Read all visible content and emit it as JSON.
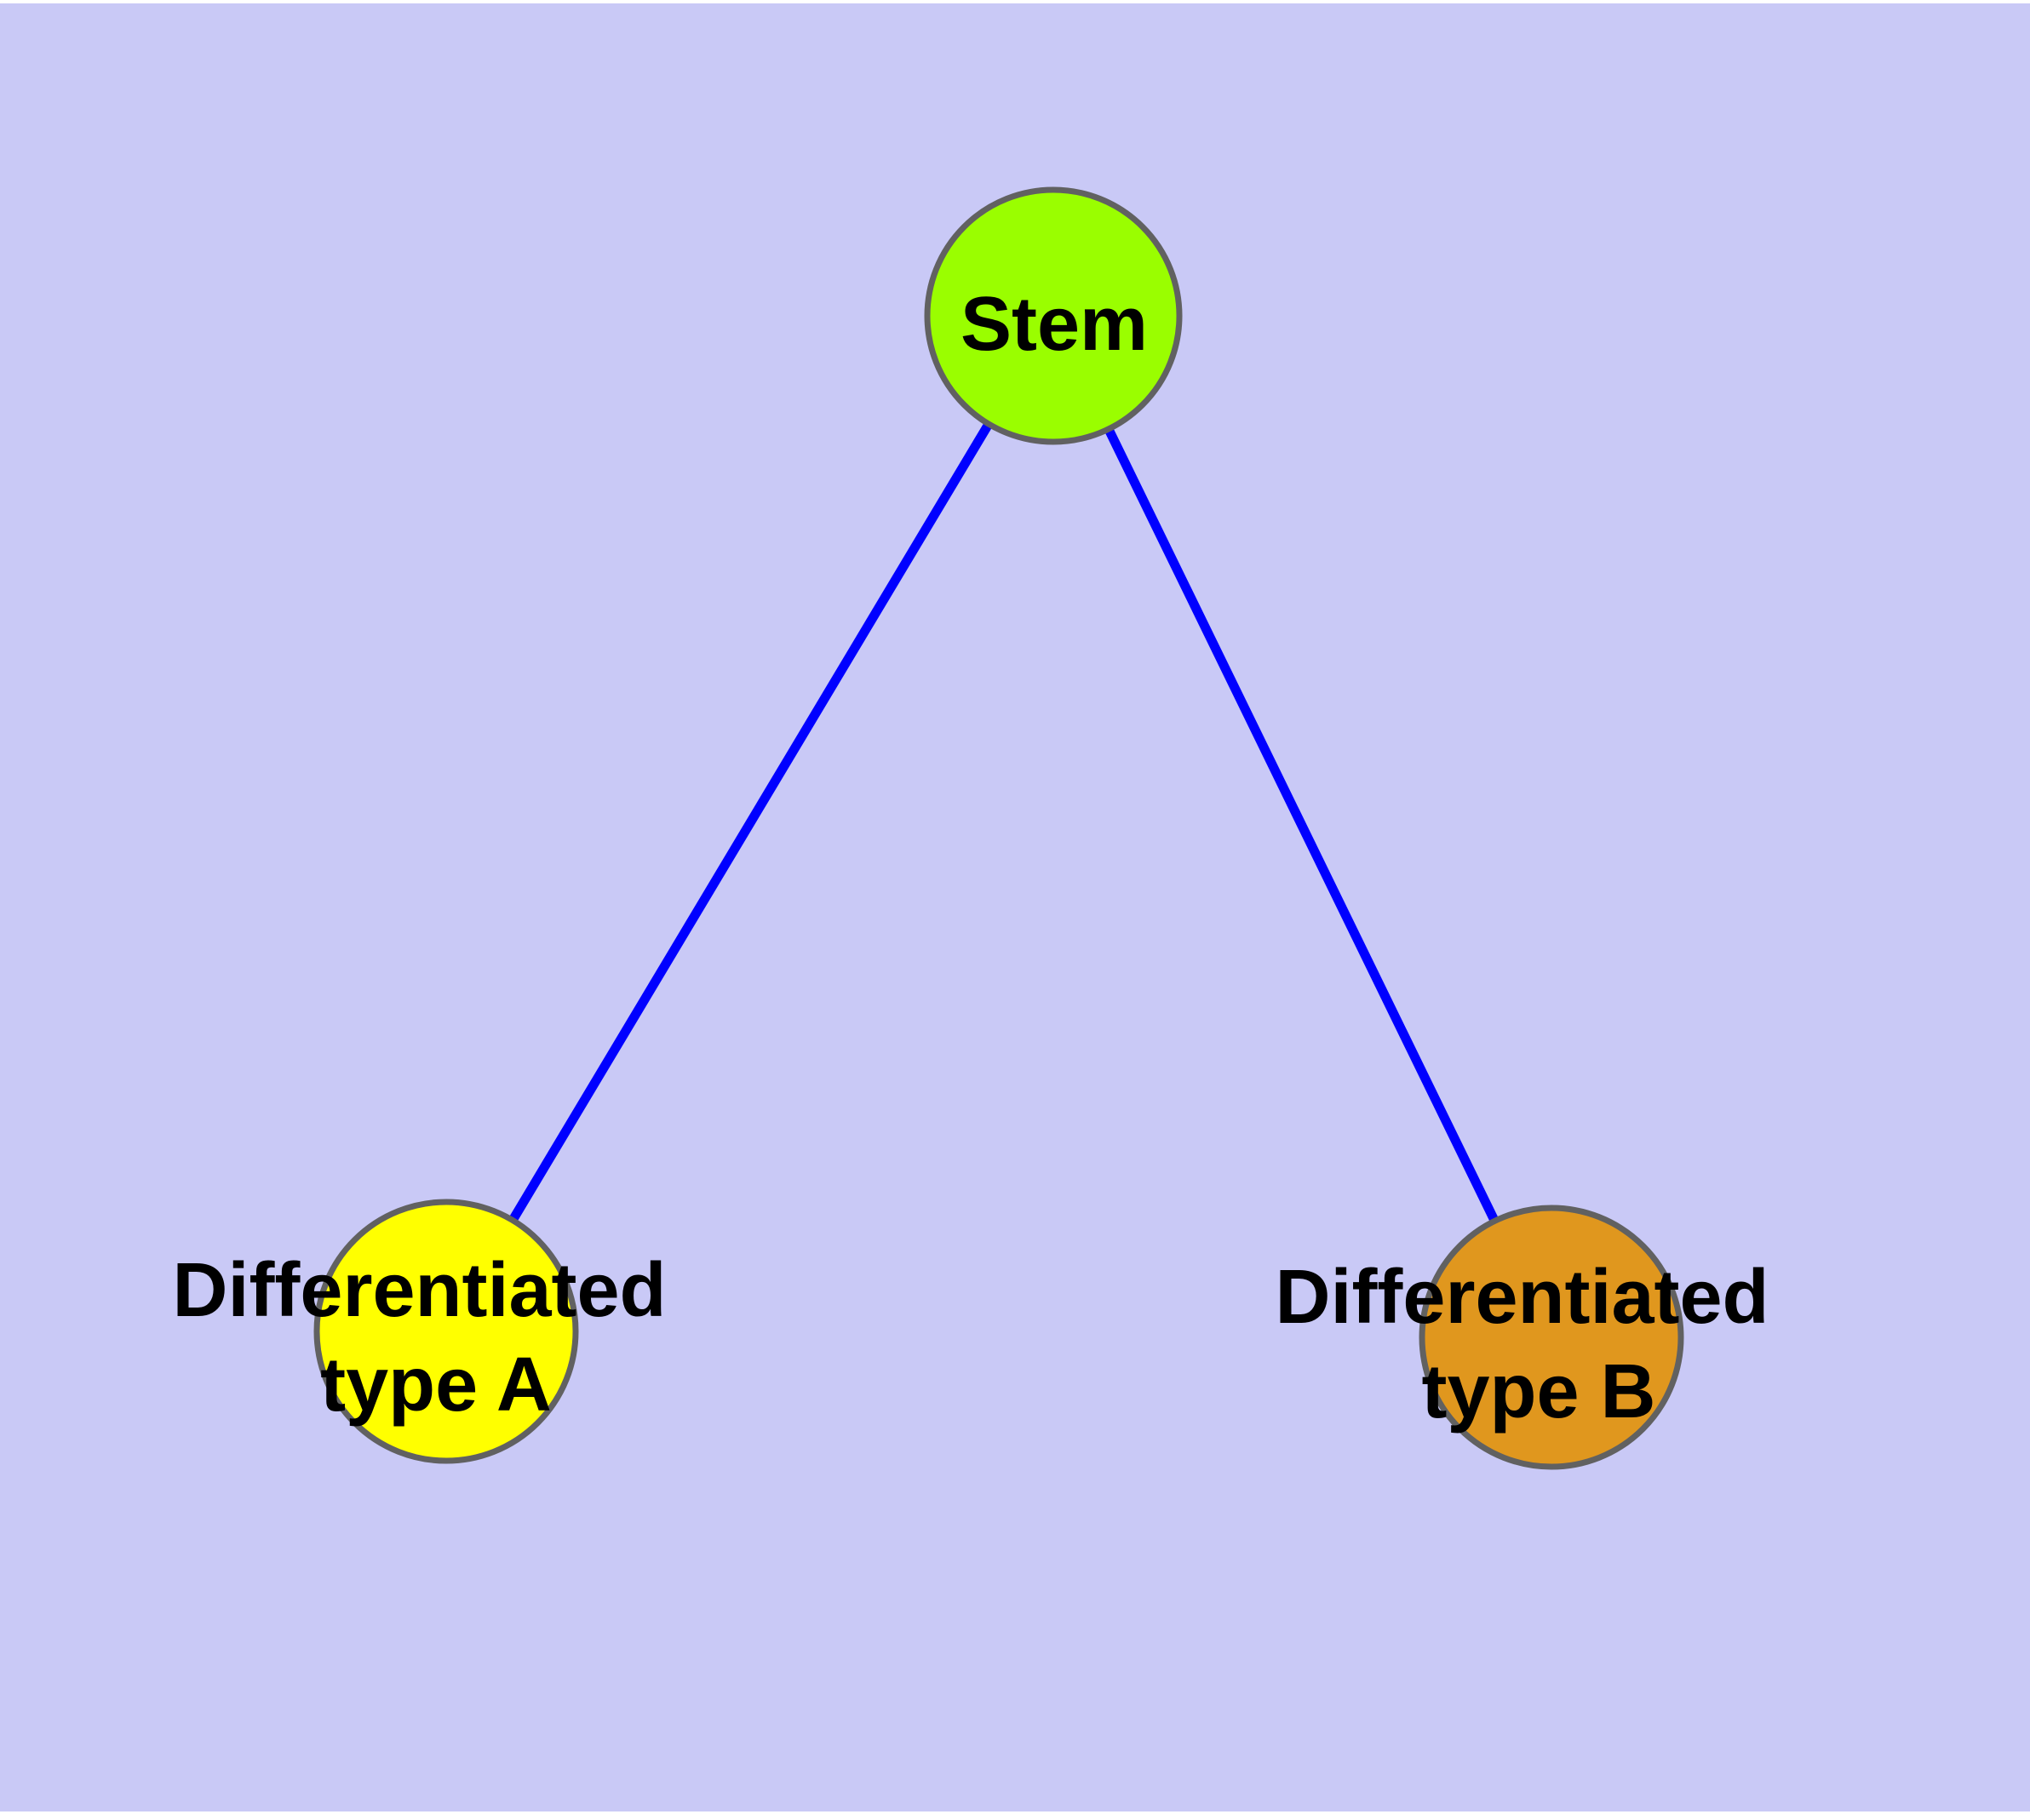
{
  "diagram": {
    "type": "node-link-graph",
    "title": "",
    "colors": {
      "background": "#C9C9F6",
      "page_margin": "#FFFFFF",
      "edge": "#0000FF",
      "node_border": "#616161",
      "label_text": "#000000"
    },
    "nodes": {
      "stem": {
        "label": "Stem",
        "fill": "#9AFE00"
      },
      "type_a": {
        "label": "Differentiated type A",
        "label_line1": "Differentiated",
        "label_line2": "type A",
        "fill": "#FFFF00"
      },
      "type_b": {
        "label": "Differentiated type B",
        "label_line1": "Differentiated",
        "label_line2": "type B",
        "fill": "#E0971E"
      }
    },
    "edges": [
      {
        "from": "Stem",
        "to": "Differentiated type A"
      },
      {
        "from": "Stem",
        "to": "Differentiated type B"
      }
    ]
  }
}
